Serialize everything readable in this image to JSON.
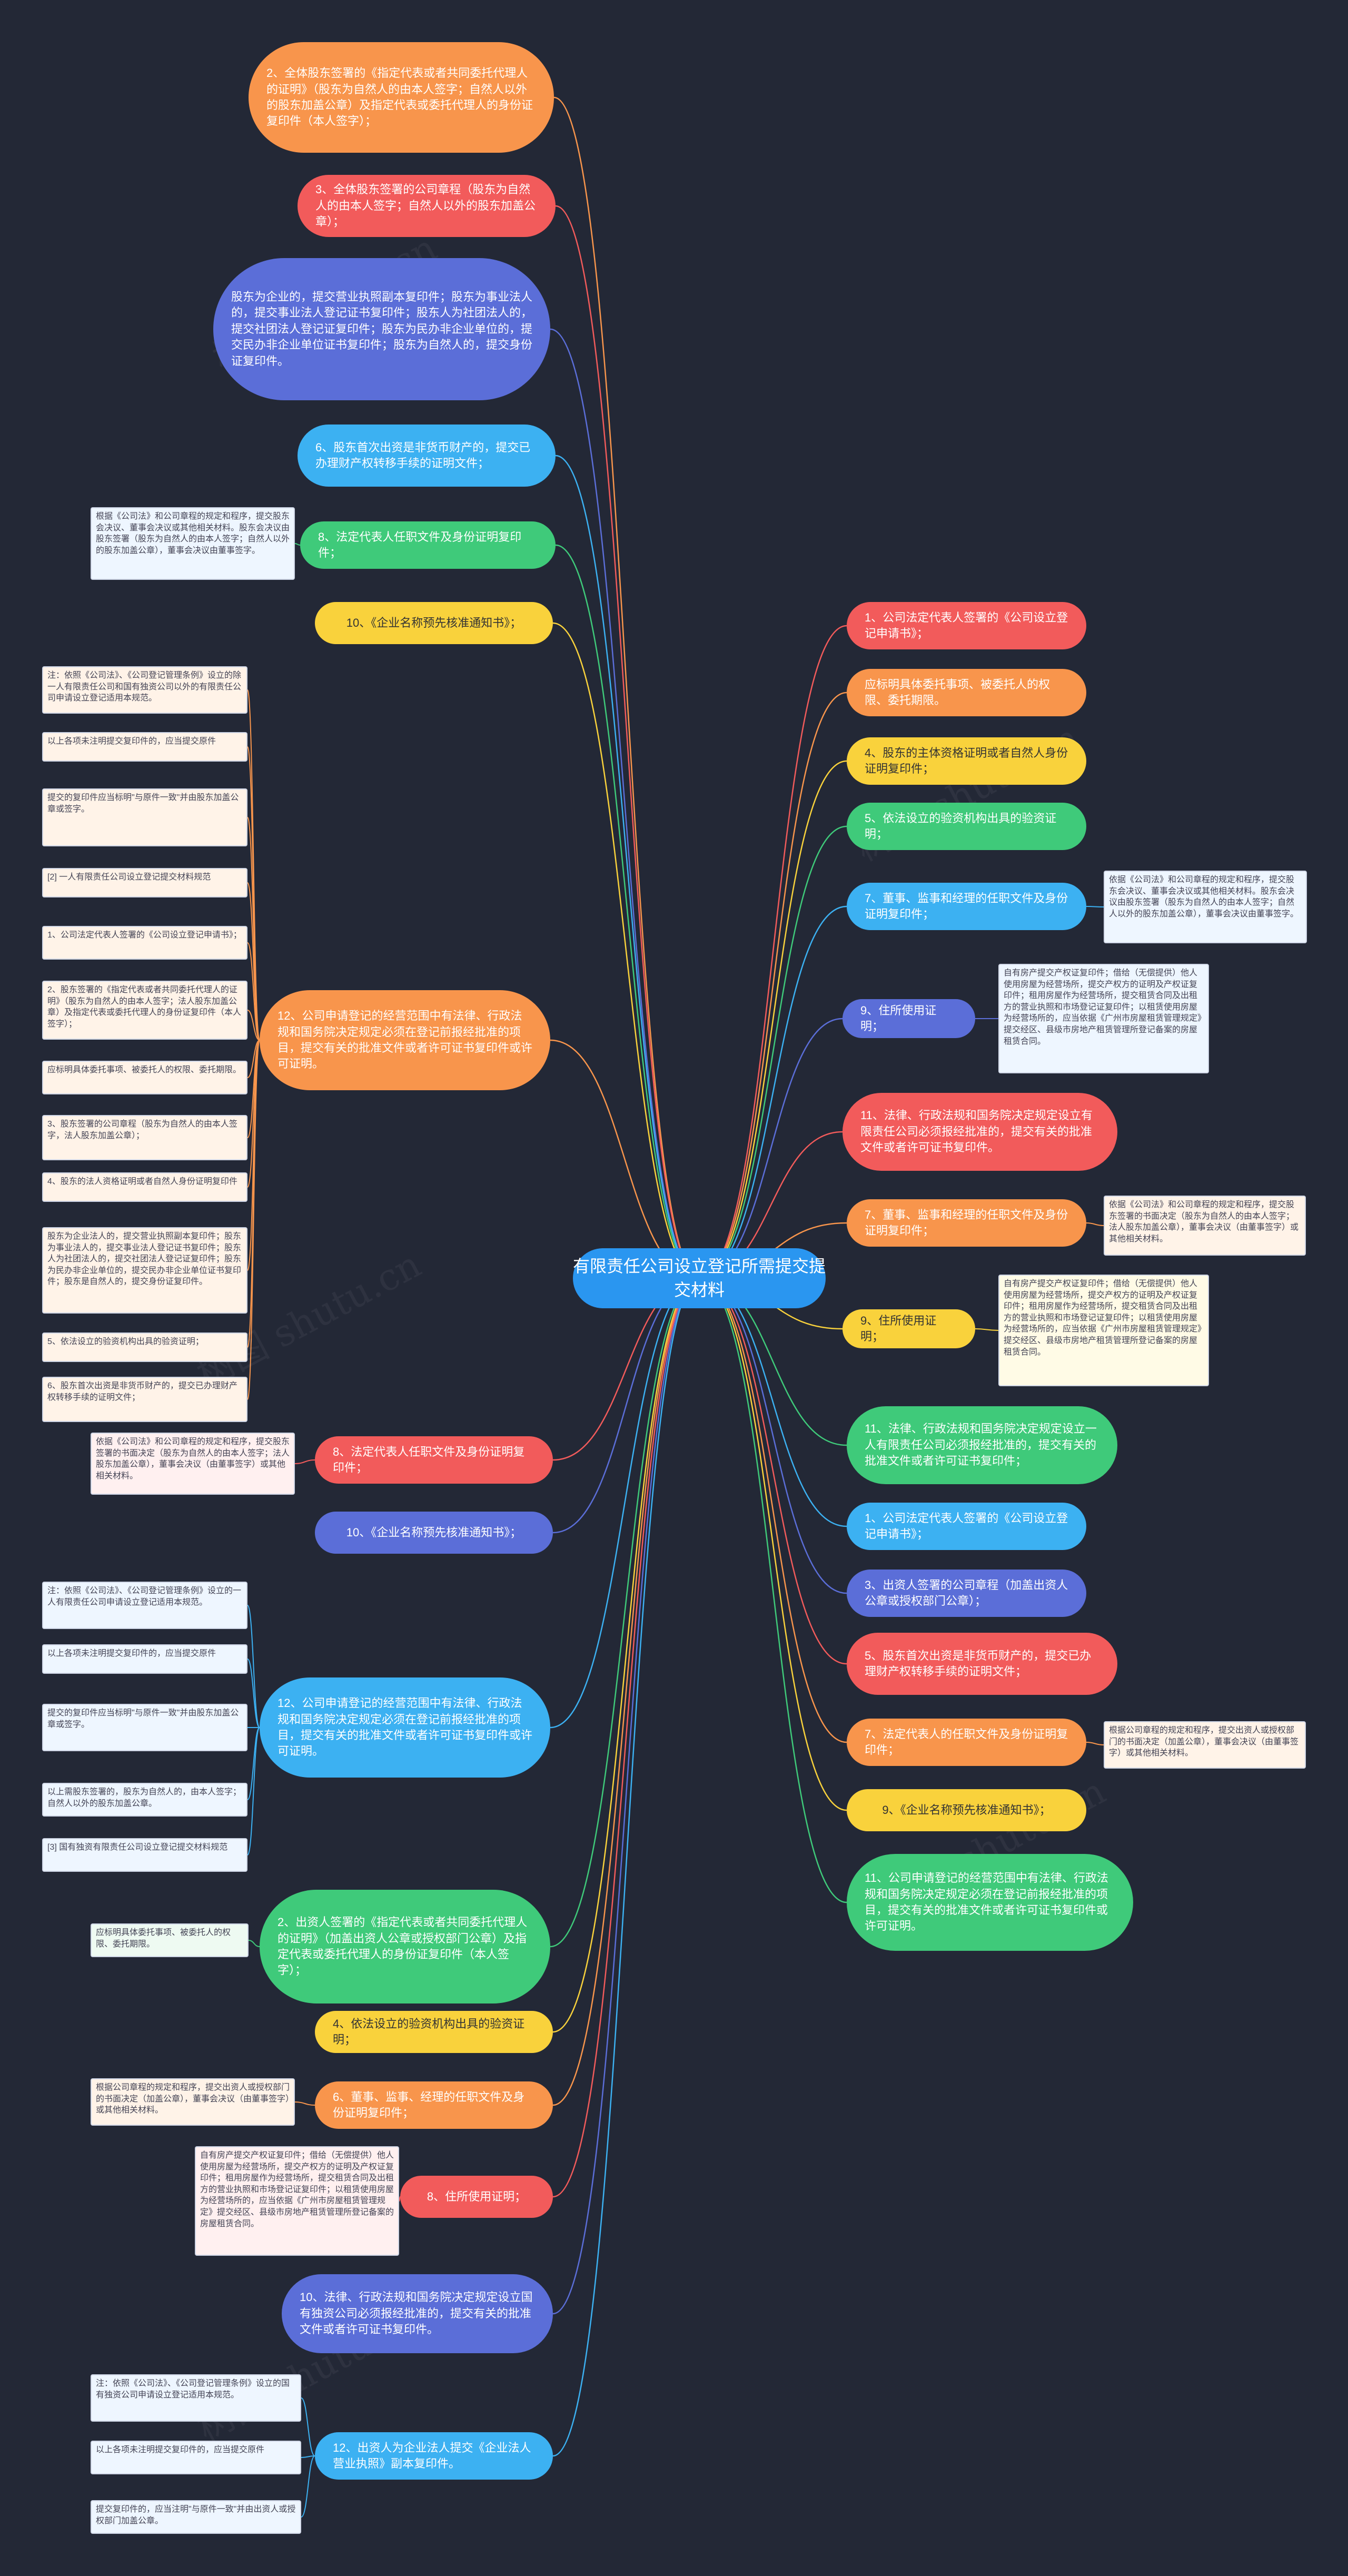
{
  "root": "有限责任公司设立登记所需提交提交材料",
  "watermark": "树图 shutu.cn",
  "nodes": [
    {
      "id": "L1",
      "text": "2、全体股东签署的《指定代表或者共同委托代理人的证明》（股东为自然人的由本人签字；自然人以外的股东加盖公章）及指定代表或委托代理人的身份证复印件（本人签字）；",
      "color": "#f8954c",
      "text_color": "#fff"
    },
    {
      "id": "L2",
      "text": "3、全体股东签署的公司章程（股东为自然人的由本人签字；自然人以外的股东加盖公章）；",
      "color": "#f25b5b",
      "text_color": "#fff"
    },
    {
      "id": "L3",
      "text": "股东为企业的，提交营业执照副本复印件；股东为事业法人的，提交事业法人登记证书复印件；股东人为社团法人的，提交社团法人登记证复印件；股东为民办非企业单位的，提交民办非企业单位证书复印件；股东为自然人的，提交身份证复印件。",
      "color": "#5b6ed8",
      "text_color": "#fff"
    },
    {
      "id": "L4",
      "text": "6、股东首次出资是非货币财产的，提交已办理财产权转移手续的证明文件；",
      "color": "#3cb1f2",
      "text_color": "#fff"
    },
    {
      "id": "L5",
      "text": "8、法定代表人任职文件及身份证明复印件；",
      "color": "#3fca7a",
      "text_color": "#fff"
    },
    {
      "id": "L6",
      "text": "10、《企业名称预先核准通知书》；",
      "color": "#f9d23c",
      "text_color": "#333"
    },
    {
      "id": "L7",
      "text": "12、公司申请登记的经营范围中有法律、行政法规和国务院决定规定必须在登记前报经批准的项目，提交有关的批准文件或者许可证书复印件或许可证明。",
      "color": "#f8954c",
      "text_color": "#fff"
    },
    {
      "id": "L8",
      "text": "8、法定代表人任职文件及身份证明复印件；",
      "color": "#f25b5b",
      "text_color": "#fff"
    },
    {
      "id": "L9",
      "text": "10、《企业名称预先核准通知书》；",
      "color": "#5b6ed8",
      "text_color": "#fff"
    },
    {
      "id": "L10",
      "text": "12、公司申请登记的经营范围中有法律、行政法规和国务院决定规定必须在登记前报经批准的项目，提交有关的批准文件或者许可证书复印件或许可证明。",
      "color": "#3cb1f2",
      "text_color": "#fff"
    },
    {
      "id": "L11",
      "text": "2、出资人签署的《指定代表或者共同委托代理人的证明》（加盖出资人公章或授权部门公章）及指定代表或委托代理人的身份证复印件（本人签字）；",
      "color": "#3fca7a",
      "text_color": "#fff"
    },
    {
      "id": "L12",
      "text": "4、依法设立的验资机构出具的验资证明；",
      "color": "#f9d23c",
      "text_color": "#333"
    },
    {
      "id": "L13",
      "text": "6、董事、监事、经理的任职文件及身份证明复印件；",
      "color": "#f8954c",
      "text_color": "#fff"
    },
    {
      "id": "L14",
      "text": "8、住所使用证明；",
      "color": "#f25b5b",
      "text_color": "#fff"
    },
    {
      "id": "L15",
      "text": "10、法律、行政法规和国务院决定规定设立国有独资公司必须报经批准的，提交有关的批准文件或者许可证书复印件。",
      "color": "#5b6ed8",
      "text_color": "#fff"
    },
    {
      "id": "L16",
      "text": "12、出资人为企业法人提交《企业法人营业执照》副本复印件。",
      "color": "#3cb1f2",
      "text_color": "#fff"
    },
    {
      "id": "R1",
      "text": "1、公司法定代表人签署的《公司设立登记申请书》；",
      "color": "#f25b5b",
      "text_color": "#fff"
    },
    {
      "id": "R2",
      "text": "应标明具体委托事项、被委托人的权限、委托期限。",
      "color": "#f8954c",
      "text_color": "#fff"
    },
    {
      "id": "R3",
      "text": "4、股东的主体资格证明或者自然人身份证明复印件；",
      "color": "#f9d23c",
      "text_color": "#333"
    },
    {
      "id": "R4",
      "text": "5、依法设立的验资机构出具的验资证明；",
      "color": "#3fca7a",
      "text_color": "#fff"
    },
    {
      "id": "R5",
      "text": "7、董事、监事和经理的任职文件及身份证明复印件；",
      "color": "#3cb1f2",
      "text_color": "#fff"
    },
    {
      "id": "R6",
      "text": "9、住所使用证明；",
      "color": "#5b6ed8",
      "text_color": "#fff"
    },
    {
      "id": "R7",
      "text": "11、法律、行政法规和国务院决定规定设立有限责任公司必须报经批准的，提交有关的批准文件或者许可证书复印件。",
      "color": "#f25b5b",
      "text_color": "#fff"
    },
    {
      "id": "R8",
      "text": "7、董事、监事和经理的任职文件及身份证明复印件；",
      "color": "#f8954c",
      "text_color": "#fff"
    },
    {
      "id": "R9",
      "text": "9、住所使用证明；",
      "color": "#f9d23c",
      "text_color": "#333"
    },
    {
      "id": "R10",
      "text": "11、法律、行政法规和国务院决定规定设立一人有限责任公司必须报经批准的，提交有关的批准文件或者许可证书复印件；",
      "color": "#3fca7a",
      "text_color": "#fff"
    },
    {
      "id": "R11",
      "text": "1、公司法定代表人签署的《公司设立登记申请书》；",
      "color": "#3cb1f2",
      "text_color": "#fff"
    },
    {
      "id": "R12",
      "text": "3、出资人签署的公司章程（加盖出资人公章或授权部门公章）；",
      "color": "#5b6ed8",
      "text_color": "#fff"
    },
    {
      "id": "R13",
      "text": "5、股东首次出资是非货币财产的，提交已办理财产权转移手续的证明文件；",
      "color": "#f25b5b",
      "text_color": "#fff"
    },
    {
      "id": "R14",
      "text": "7、法定代表人的任职文件及身份证明复印件；",
      "color": "#f8954c",
      "text_color": "#fff"
    },
    {
      "id": "R15",
      "text": "9、《企业名称预先核准通知书》；",
      "color": "#f9d23c",
      "text_color": "#333"
    },
    {
      "id": "R16",
      "text": "11、公司申请登记的经营范围中有法律、行政法规和国务院决定规定必须在登记前报经批准的项目，提交有关的批准文件或者许可证书复印件或许可证明。",
      "color": "#3fca7a",
      "text_color": "#fff"
    }
  ],
  "notes": [
    {
      "id": "N1",
      "parent": "L5",
      "text": "根据《公司法》和公司章程的规定和程序，提交股东会决议、董事会决议或其他相关材料。股东会决议由股东签署（股东为自然人的由本人签字；自然人以外的股东加盖公章），董事会决议由董事签字。",
      "bg": "#eef6ff"
    },
    {
      "id": "N2",
      "parent": "R5",
      "text": "依据《公司法》和公司章程的规定和程序，提交股东会决议、董事会决议或其他相关材料。股东会决议由股东签署（股东为自然人的由本人签字；自然人以外的股东加盖公章），董事会决议由董事签字。",
      "bg": "#eef6ff"
    },
    {
      "id": "N3",
      "parent": "R6",
      "text": "自有房产提交产权证复印件；借给（无偿提供）他人使用房屋为经营场所，提交产权方的证明及产权证复印件；租用房屋作为经营场所，提交租赁合同及出租方的营业执照和市场登记证复印件；以租赁使用房屋为经营场所的，应当依据《广州市房屋租赁管理规定》提交经区、县级市房地产租赁管理所登记备案的房屋租赁合同。",
      "bg": "#eef6ff"
    },
    {
      "id": "N4",
      "parent": "R8",
      "text": "依据《公司法》和公司章程的规定和程序，提交股东签署的书面决定（股东为自然人的由本人签字；法人股东加盖公章），董事会决议（由董事签字）或其他相关材料。",
      "bg": "#fff3e8"
    },
    {
      "id": "N5",
      "parent": "R9",
      "text": "自有房产提交产权证复印件；借给（无偿提供）他人使用房屋为经营场所，提交产权方的证明及产权证复印件；租用房屋作为经营场所，提交租赁合同及出租方的营业执照和市场登记证复印件；以租赁使用房屋为经营场所的，应当依据《广州市房屋租赁管理规定》提交经区、县级市房地产租赁管理所登记备案的房屋租赁合同。",
      "bg": "#fffbe6"
    },
    {
      "id": "N6",
      "parent": "R14",
      "text": "根据公司章程的规定和程序，提交出资人或授权部门的书面决定（加盖公章），董事会决议（由董事签字）或其他相关材料。",
      "bg": "#fff3e8"
    },
    {
      "id": "N7",
      "parent": "L7",
      "text": "注：依照《公司法》、《公司登记管理条例》设立的除一人有限责任公司和国有独资公司以外的有限责任公司申请设立登记适用本规范。",
      "bg": "#fff3e8"
    },
    {
      "id": "N8",
      "parent": "L7",
      "text": "以上各项未注明提交复印件的，应当提交原件",
      "bg": "#fff3e8"
    },
    {
      "id": "N9",
      "parent": "L7",
      "text": "提交的复印件应当标明\"与原件一致\"并由股东加盖公章或签字。",
      "bg": "#fff3e8"
    },
    {
      "id": "N10",
      "parent": "L7",
      "text": "[2] 一人有限责任公司设立登记提交材料规范",
      "bg": "#fff3e8"
    },
    {
      "id": "N11",
      "parent": "L7",
      "text": "1、公司法定代表人签署的《公司设立登记申请书》；",
      "bg": "#fff3e8"
    },
    {
      "id": "N12",
      "parent": "L7",
      "text": "2、股东签署的《指定代表或者共同委托代理人的证明》（股东为自然人的由本人签字；法人股东加盖公章）及指定代表或委托代理人的身份证复印件（本人签字）；",
      "bg": "#fff3e8"
    },
    {
      "id": "N13",
      "parent": "L7",
      "text": "应标明具体委托事项、被委托人的权限、委托期限。",
      "bg": "#fff3e8"
    },
    {
      "id": "N14",
      "parent": "L7",
      "text": "3、股东签署的公司章程（股东为自然人的由本人签字，法人股东加盖公章）；",
      "bg": "#fff3e8"
    },
    {
      "id": "N15",
      "parent": "L7",
      "text": "4、股东的法人资格证明或者自然人身份证明复印件",
      "bg": "#fff3e8"
    },
    {
      "id": "N16",
      "parent": "L7",
      "text": "股东为企业法人的，提交营业执照副本复印件；股东为事业法人的，提交事业法人登记证书复印件；股东人为社团法人的，提交社团法人登记证复印件；股东为民办非企业单位的，提交民办非企业单位证书复印件；股东是自然人的，提交身份证复印件。",
      "bg": "#fff3e8"
    },
    {
      "id": "N17",
      "parent": "L7",
      "text": "5、依法设立的验资机构出具的验资证明；",
      "bg": "#fff3e8"
    },
    {
      "id": "N18",
      "parent": "L7",
      "text": "6、股东首次出资是非货币财产的，提交已办理财产权转移手续的证明文件；",
      "bg": "#fff3e8"
    },
    {
      "id": "N19",
      "parent": "L8",
      "text": "依据《公司法》和公司章程的规定和程序，提交股东签署的书面决定（股东为自然人的由本人签字；法人股东加盖公章），董事会决议（由董事签字）或其他相关材料。",
      "bg": "#fff0f0"
    },
    {
      "id": "N20",
      "parent": "L10",
      "text": "注：依照《公司法》、《公司登记管理条例》设立的一人有限责任公司申请设立登记适用本规范。",
      "bg": "#eef6ff"
    },
    {
      "id": "N21",
      "parent": "L10",
      "text": "以上各项未注明提交复印件的，应当提交原件",
      "bg": "#eef6ff"
    },
    {
      "id": "N22",
      "parent": "L10",
      "text": "提交的复印件应当标明\"与原件一致\"并由股东加盖公章或签字。",
      "bg": "#eef6ff"
    },
    {
      "id": "N23",
      "parent": "L10",
      "text": "以上需股东签署的，股东为自然人的，由本人签字；自然人以外的股东加盖公章。",
      "bg": "#eef6ff"
    },
    {
      "id": "N24",
      "parent": "L10",
      "text": "[3] 国有独资有限责任公司设立登记提交材料规范",
      "bg": "#eef6ff"
    },
    {
      "id": "N25",
      "parent": "L11",
      "text": "应标明具体委托事项、被委托人的权限、委托期限。",
      "bg": "#eefaf2"
    },
    {
      "id": "N26",
      "parent": "L13",
      "text": "根据公司章程的规定和程序，提交出资人或授权部门的书面决定（加盖公章），董事会决议（由董事签字）或其他相关材料。",
      "bg": "#fff3e8"
    },
    {
      "id": "N27",
      "parent": "L14",
      "text": "自有房产提交产权证复印件；借给（无偿提供）他人使用房屋为经营场所，提交产权方的证明及产权证复印件；租用房屋作为经营场所，提交租赁合同及出租方的营业执照和市场登记证复印件；以租赁使用房屋为经营场所的，应当依据《广州市房屋租赁管理规定》提交经区、县级市房地产租赁管理所登记备案的房屋租赁合同。",
      "bg": "#fff0f0"
    },
    {
      "id": "N28",
      "parent": "L16",
      "text": "注：依照《公司法》、《公司登记管理条例》设立的国有独资公司申请设立登记适用本规范。",
      "bg": "#eef6ff"
    },
    {
      "id": "N29",
      "parent": "L16",
      "text": "以上各项未注明提交复印件的，应当提交原件",
      "bg": "#eef6ff"
    },
    {
      "id": "N30",
      "parent": "L16",
      "text": "提交复印件的，应当注明\"与原件一致\"并由出资人或授权部门加盖公章。",
      "bg": "#eef6ff"
    }
  ]
}
